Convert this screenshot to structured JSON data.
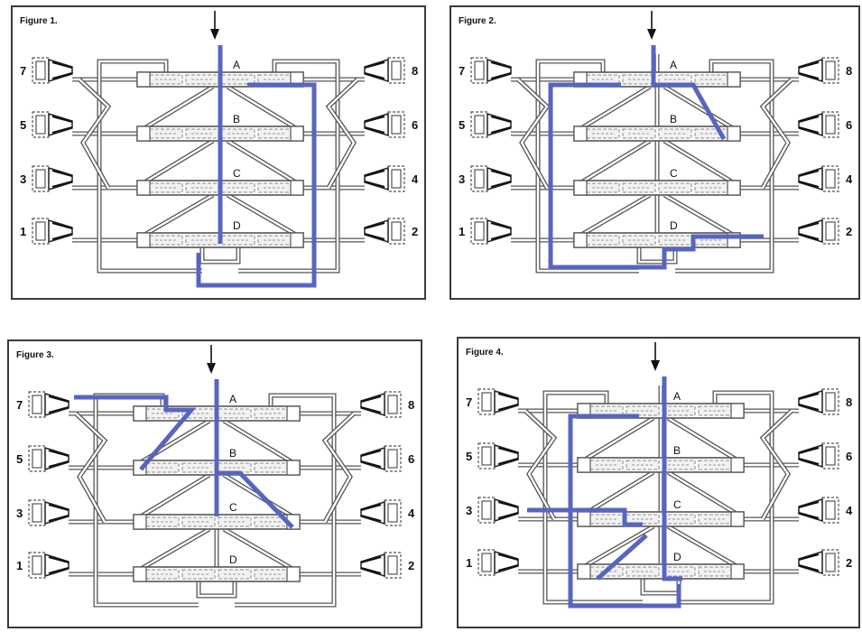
{
  "figures": [
    {
      "title": "Figure 1."
    },
    {
      "title": "Figure 2."
    },
    {
      "title": "Figure 3."
    },
    {
      "title": "Figure 4."
    }
  ],
  "stage_labels": [
    "A",
    "B",
    "C",
    "D"
  ],
  "left_port_labels": [
    "7",
    "5",
    "3",
    "1"
  ],
  "right_port_labels": [
    "8",
    "6",
    "4",
    "2"
  ],
  "colors": {
    "line": "#555555",
    "path_highlight": "#5865c0",
    "frame": "#3a3a3a"
  },
  "icons": [
    "input-arrow-icon",
    "nozzle-icon"
  ]
}
